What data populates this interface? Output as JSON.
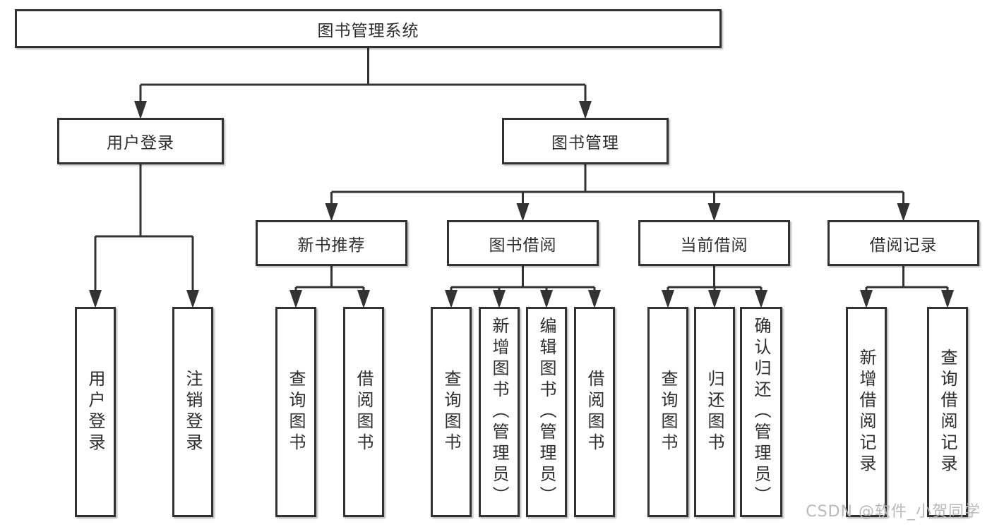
{
  "diagram": {
    "title": "图书管理系统"
  },
  "nodes": {
    "root": {
      "label": "图书管理系统"
    },
    "user_login": {
      "label": "用户登录"
    },
    "book_mgmt": {
      "label": "图书管理"
    },
    "new_book_rec": {
      "label": "新书推荐"
    },
    "book_borrow": {
      "label": "图书借阅"
    },
    "current_borrow": {
      "label": "当前借阅"
    },
    "borrow_records": {
      "label": "借阅记录"
    },
    "user_login_v": {
      "label": "用户登录"
    },
    "logout": {
      "label": "注销登录"
    },
    "query_books_1": {
      "label": "查询图书"
    },
    "borrow_books_1": {
      "label": "借阅图书"
    },
    "query_books_2": {
      "label": "查询图书"
    },
    "add_books": {
      "label": "新增图书（管理员）"
    },
    "edit_books": {
      "label": "编辑图书（管理员）"
    },
    "borrow_books_2": {
      "label": "借阅图书"
    },
    "query_books_3": {
      "label": "查询图书"
    },
    "return_books": {
      "label": "归还图书"
    },
    "confirm_return": {
      "label": "确认归还（管理员）"
    },
    "add_borrow_record": {
      "label": "新增借阅记录"
    },
    "query_borrow_record": {
      "label": "查询借阅记录"
    }
  },
  "watermark": {
    "text": "CSDN @软件_小贺同学"
  },
  "colors": {
    "line": "#333333",
    "box_border": "#323232",
    "box_fill": "#ffffff",
    "text": "#2d2d2d",
    "watermark": "#b9b9b9"
  }
}
